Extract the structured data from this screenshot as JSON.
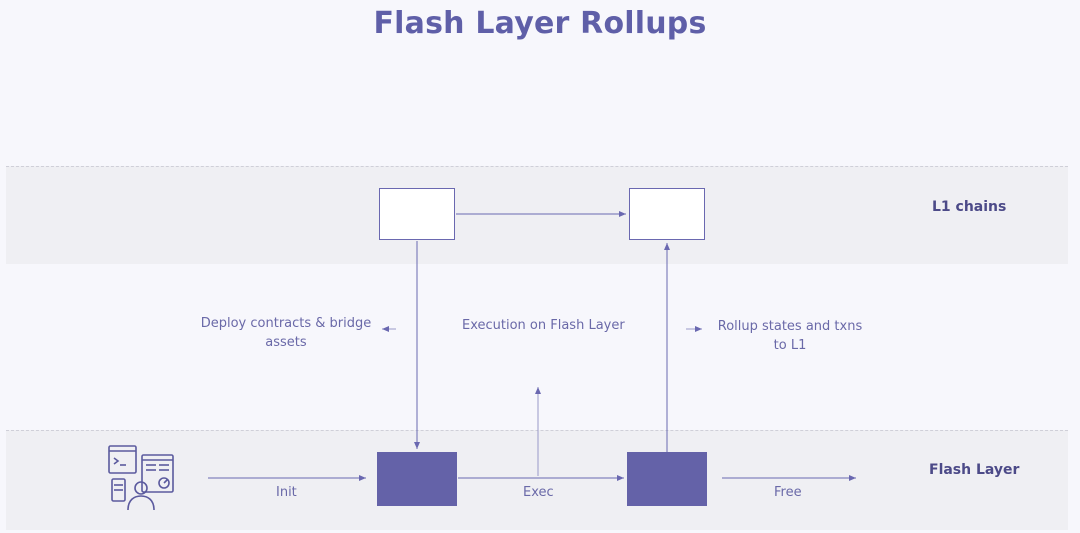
{
  "title": "Flash Layer Rollups",
  "rows": {
    "l1": "L1 chains",
    "flash": "Flash Layer"
  },
  "labels": {
    "deploy": "Deploy contracts & bridge assets",
    "execution": "Execution on Flash Layer",
    "rollup": "Rollup states and txns to L1",
    "init": "Init",
    "exec": "Exec",
    "free": "Free"
  },
  "icons": {
    "user_dashboard": "developer-dashboard-icon"
  },
  "colors": {
    "accent": "#6462a8",
    "title": "#5f5fa8",
    "band": "#efeff3",
    "background": "#f7f7fc"
  }
}
